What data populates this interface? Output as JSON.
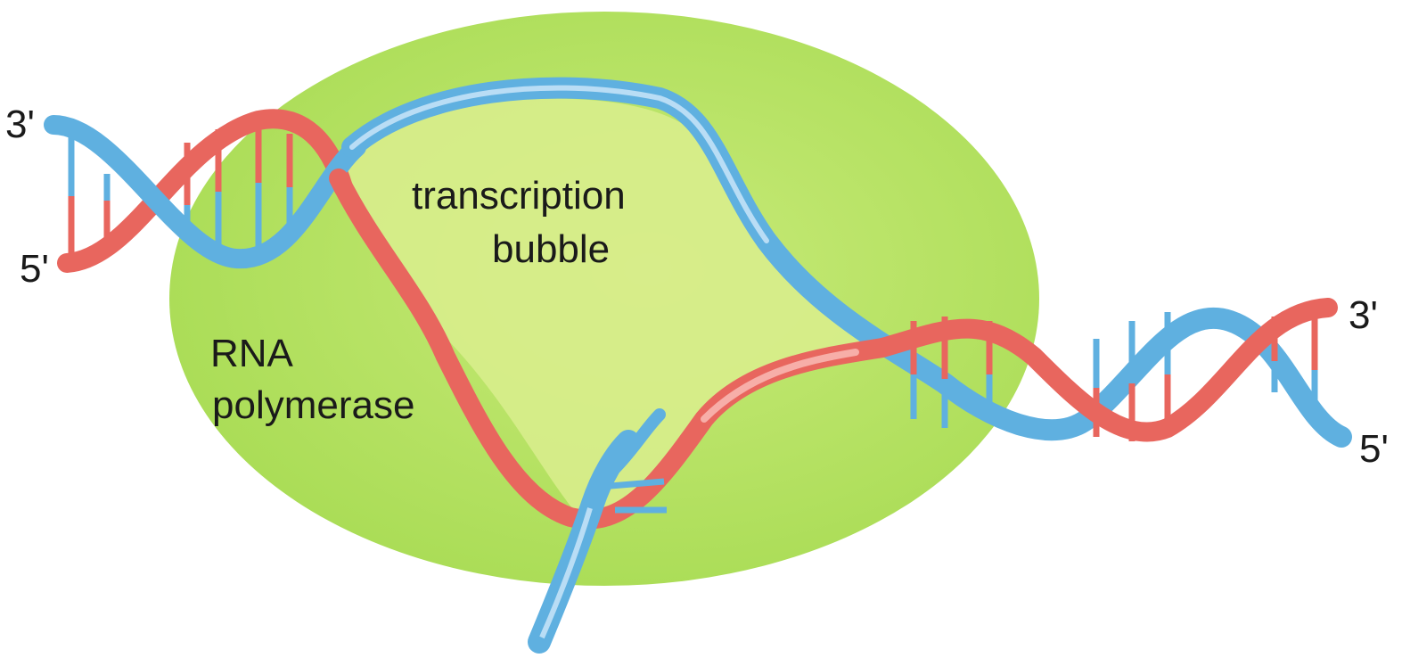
{
  "labels": {
    "left_top_end": "3'",
    "left_bottom_end": "5'",
    "right_top_end": "3'",
    "right_bottom_end": "5'",
    "bubble_line1": "transcription",
    "bubble_line2": "bubble",
    "polymerase_line1": "RNA",
    "polymerase_line2": "polymerase"
  },
  "colors": {
    "polymerase": "#b9e46a",
    "bubble_interior": "#d6ec8a",
    "template_strand": "#e8665e",
    "coding_strand": "#5fb0e0",
    "rna_strand": "#5fb0e0"
  }
}
